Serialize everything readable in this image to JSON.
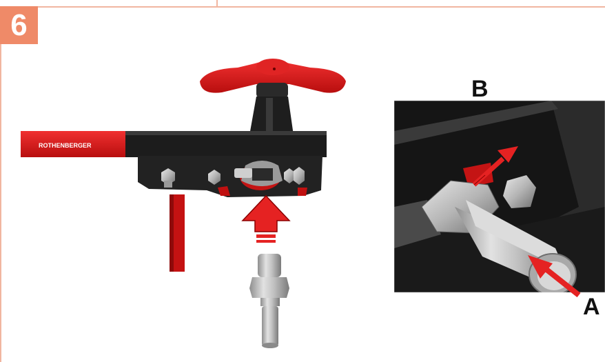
{
  "step": {
    "number": "6"
  },
  "tool": {
    "brand": "ROTHENBERGER"
  },
  "callouts": {
    "a": "A",
    "b": "B"
  },
  "colors": {
    "frame": "#f1b6a0",
    "badge": "#ef8a68",
    "tool_red": "#d41a1a",
    "tool_black": "#1a1a1a",
    "steel": "#b9b9b9"
  }
}
